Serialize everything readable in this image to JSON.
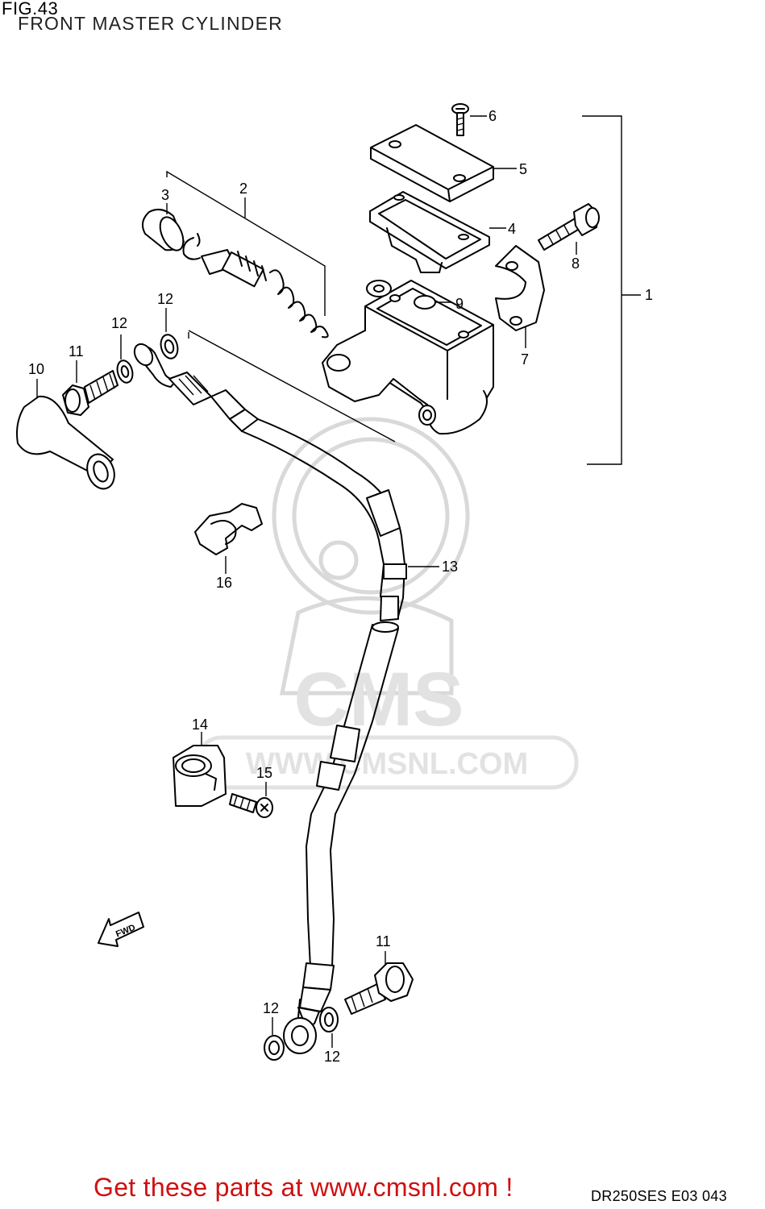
{
  "figure": {
    "number": "FIG.43",
    "title": "FRONT MASTER CYLINDER",
    "code": "DR250SES E03  043"
  },
  "watermark": {
    "logo_text": "CMS",
    "url_text": "WWW.CMSNL.COM"
  },
  "promo": {
    "text": "Get these parts at www.cmsnl.com !",
    "color": "#d01010"
  },
  "direction_arrow": {
    "label": "FWD"
  },
  "callouts": {
    "c1": "1",
    "c2": "2",
    "c3": "3",
    "c4": "4",
    "c5": "5",
    "c6": "6",
    "c7": "7",
    "c8": "8",
    "c9": "9",
    "c10": "10",
    "c11a": "11",
    "c11b": "11",
    "c12a": "12",
    "c12b": "12",
    "c12c": "12",
    "c12d": "12",
    "c13": "13",
    "c14": "14",
    "c15": "15",
    "c16": "16"
  }
}
